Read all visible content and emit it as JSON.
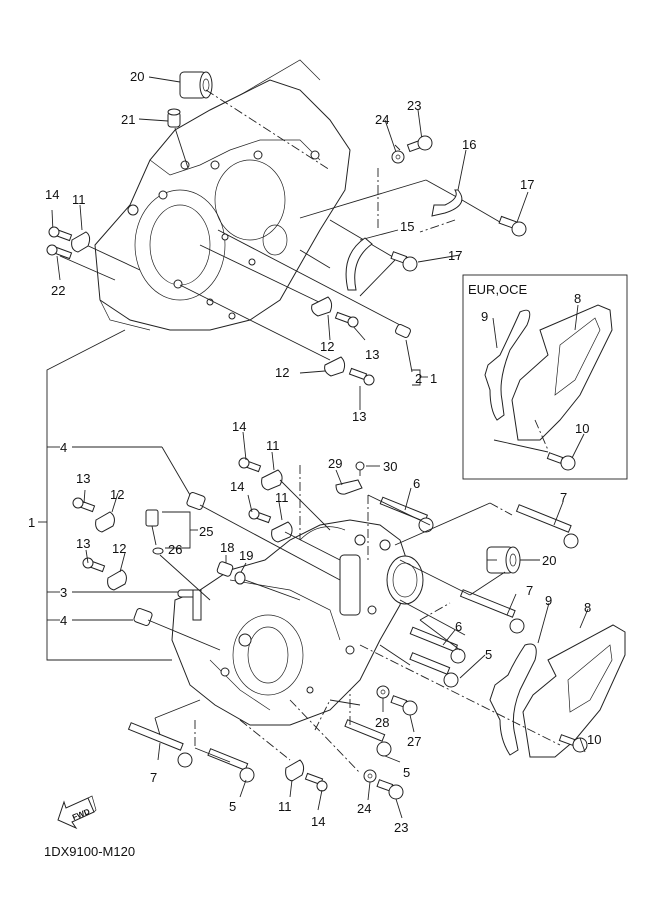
{
  "diagram": {
    "title_code": "1DX9100-M120",
    "fwd_label": "FWD",
    "inset": {
      "title": "EUR,OCE",
      "parts": [
        "8",
        "9",
        "10"
      ]
    },
    "callouts": [
      {
        "id": "c20a",
        "text": "20"
      },
      {
        "id": "c21",
        "text": "21"
      },
      {
        "id": "c24a",
        "text": "24"
      },
      {
        "id": "c23a",
        "text": "23"
      },
      {
        "id": "c16",
        "text": "16"
      },
      {
        "id": "c17a",
        "text": "17"
      },
      {
        "id": "c15",
        "text": "15"
      },
      {
        "id": "c17b",
        "text": "17"
      },
      {
        "id": "c14a",
        "text": "14"
      },
      {
        "id": "c11a",
        "text": "11"
      },
      {
        "id": "c22",
        "text": "22"
      },
      {
        "id": "c12a",
        "text": "12"
      },
      {
        "id": "c13a",
        "text": "13"
      },
      {
        "id": "c12b",
        "text": "12"
      },
      {
        "id": "c13b",
        "text": "13"
      },
      {
        "id": "c2",
        "text": "2"
      },
      {
        "id": "c1a",
        "text": "1"
      },
      {
        "id": "c8a",
        "text": "8"
      },
      {
        "id": "c9a",
        "text": "9"
      },
      {
        "id": "c10a",
        "text": "10"
      },
      {
        "id": "c4a",
        "text": "4"
      },
      {
        "id": "c14b",
        "text": "14"
      },
      {
        "id": "c11b",
        "text": "11"
      },
      {
        "id": "c29",
        "text": "29"
      },
      {
        "id": "c30",
        "text": "30"
      },
      {
        "id": "c13c",
        "text": "13"
      },
      {
        "id": "c12c",
        "text": "12"
      },
      {
        "id": "c14c",
        "text": "14"
      },
      {
        "id": "c11c",
        "text": "11"
      },
      {
        "id": "c6a",
        "text": "6"
      },
      {
        "id": "c7a",
        "text": "7"
      },
      {
        "id": "c1b",
        "text": "1"
      },
      {
        "id": "c25",
        "text": "25"
      },
      {
        "id": "c26",
        "text": "26"
      },
      {
        "id": "c13d",
        "text": "13"
      },
      {
        "id": "c12d",
        "text": "12"
      },
      {
        "id": "c18",
        "text": "18"
      },
      {
        "id": "c19",
        "text": "19"
      },
      {
        "id": "c20b",
        "text": "20"
      },
      {
        "id": "c3",
        "text": "3"
      },
      {
        "id": "c7b",
        "text": "7"
      },
      {
        "id": "c9b",
        "text": "9"
      },
      {
        "id": "c8b",
        "text": "8"
      },
      {
        "id": "c4b",
        "text": "4"
      },
      {
        "id": "c6b",
        "text": "6"
      },
      {
        "id": "c5a",
        "text": "5"
      },
      {
        "id": "c28",
        "text": "28"
      },
      {
        "id": "c27",
        "text": "27"
      },
      {
        "id": "c10b",
        "text": "10"
      },
      {
        "id": "c7c",
        "text": "7"
      },
      {
        "id": "c5b",
        "text": "5"
      },
      {
        "id": "c5c",
        "text": "5"
      },
      {
        "id": "c11d",
        "text": "11"
      },
      {
        "id": "c14d",
        "text": "14"
      },
      {
        "id": "c24b",
        "text": "24"
      },
      {
        "id": "c23b",
        "text": "23"
      }
    ]
  }
}
